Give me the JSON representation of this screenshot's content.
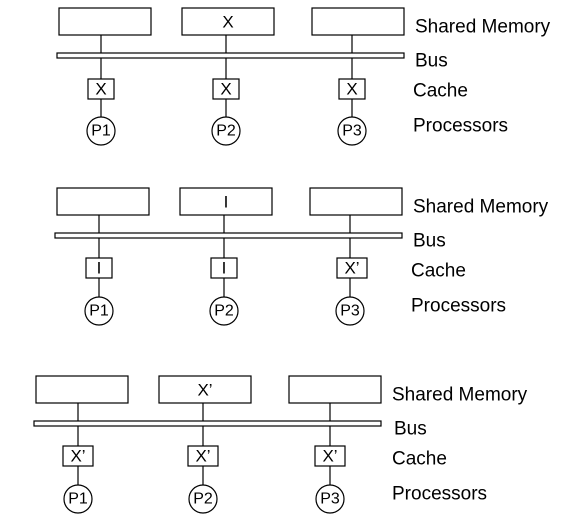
{
  "labels": {
    "memory": "Shared Memory",
    "bus": "Bus",
    "cache": "Cache",
    "processors": "Processors"
  },
  "panels": [
    {
      "memory": [
        "",
        "X",
        ""
      ],
      "caches": [
        "X",
        "X",
        "X"
      ],
      "processors": [
        "P1",
        "P2",
        "P3"
      ]
    },
    {
      "memory": [
        "",
        "I",
        ""
      ],
      "caches": [
        "I",
        "I",
        "X’"
      ],
      "processors": [
        "P1",
        "P2",
        "P3"
      ]
    },
    {
      "memory": [
        "",
        "X’",
        ""
      ],
      "caches": [
        "X’",
        "X’",
        "X’"
      ],
      "processors": [
        "P1",
        "P2",
        "P3"
      ]
    }
  ]
}
